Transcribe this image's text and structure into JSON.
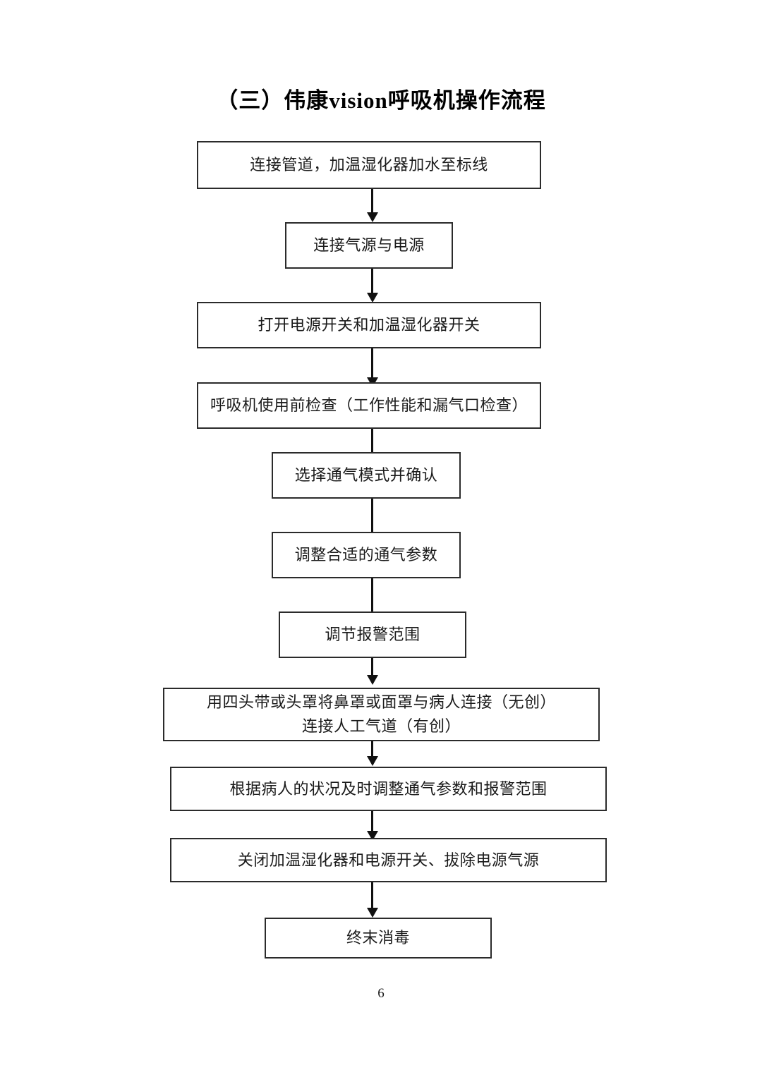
{
  "document": {
    "title": "（三）伟康vision呼吸机操作流程",
    "page_number": "6"
  },
  "chart_data": {
    "type": "diagram",
    "diagram_type": "flowchart",
    "orientation": "top-to-bottom",
    "title": "（三）伟康vision呼吸机操作流程",
    "nodes": [
      {
        "id": "n1",
        "label": "连接管道，加温湿化器加水至标线",
        "shape": "rectangle"
      },
      {
        "id": "n2",
        "label": "连接气源与电源",
        "shape": "rectangle"
      },
      {
        "id": "n3",
        "label": "打开电源开关和加温湿化器开关",
        "shape": "rectangle"
      },
      {
        "id": "n4",
        "label": "呼吸机使用前检查（工作性能和漏气口检查）",
        "shape": "rectangle"
      },
      {
        "id": "n5",
        "label": "选择通气模式并确认",
        "shape": "rectangle"
      },
      {
        "id": "n6",
        "label": "调整合适的通气参数",
        "shape": "rectangle"
      },
      {
        "id": "n7",
        "label": "调节报警范围",
        "shape": "rectangle"
      },
      {
        "id": "n8",
        "label": "用四头带或头罩将鼻罩或面罩与病人连接（无创）",
        "label2": "连接人工气道（有创）",
        "shape": "rectangle"
      },
      {
        "id": "n9",
        "label": "根据病人的状况及时调整通气参数和报警范围",
        "shape": "rectangle"
      },
      {
        "id": "n10",
        "label": "关闭加温湿化器和电源开关、拔除电源气源",
        "shape": "rectangle"
      },
      {
        "id": "n11",
        "label": "终末消毒",
        "shape": "rectangle"
      }
    ],
    "edges": [
      {
        "from": "n1",
        "to": "n2",
        "style": "arrow"
      },
      {
        "from": "n2",
        "to": "n3",
        "style": "arrow"
      },
      {
        "from": "n3",
        "to": "n4",
        "style": "arrow"
      },
      {
        "from": "n4",
        "to": "n5",
        "style": "arrow"
      },
      {
        "from": "n5",
        "to": "n6",
        "style": "arrow"
      },
      {
        "from": "n6",
        "to": "n7",
        "style": "arrow"
      },
      {
        "from": "n7",
        "to": "n8",
        "style": "arrow"
      },
      {
        "from": "n8",
        "to": "n9",
        "style": "arrow"
      },
      {
        "from": "n9",
        "to": "n10",
        "style": "arrow"
      },
      {
        "from": "n10",
        "to": "n11",
        "style": "arrow"
      }
    ],
    "colors": {
      "box_border": "#2b2b2b",
      "text": "#1a1a1a",
      "arrow": "#111111",
      "background": "#ffffff"
    }
  }
}
